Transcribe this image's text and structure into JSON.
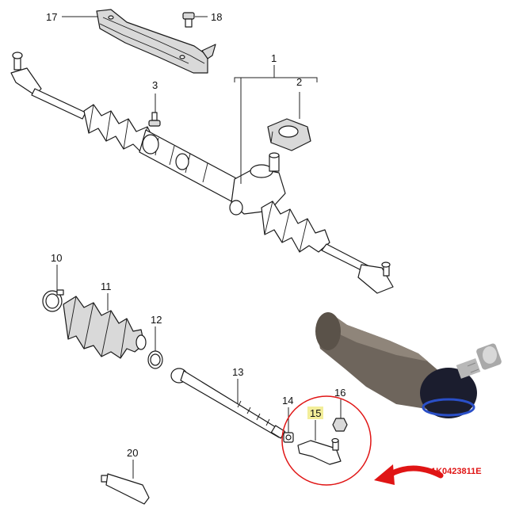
{
  "callouts": [
    "1",
    "2",
    "3",
    "10",
    "11",
    "12",
    "13",
    "14",
    "15",
    "16",
    "17",
    "18",
    "20"
  ],
  "part_number": "1K0423811E",
  "colors": {
    "highlight_circle": "#e01515",
    "arrow": "#e01515",
    "callout_15_fill": "#f3ee9a",
    "photo_body": "#6e655c",
    "photo_ball": "#1b1d2e",
    "photo_seal": "#2a4fc7"
  },
  "icons": [
    "highlight-circle",
    "red-arrow",
    "tie-rod-end-photo"
  ]
}
